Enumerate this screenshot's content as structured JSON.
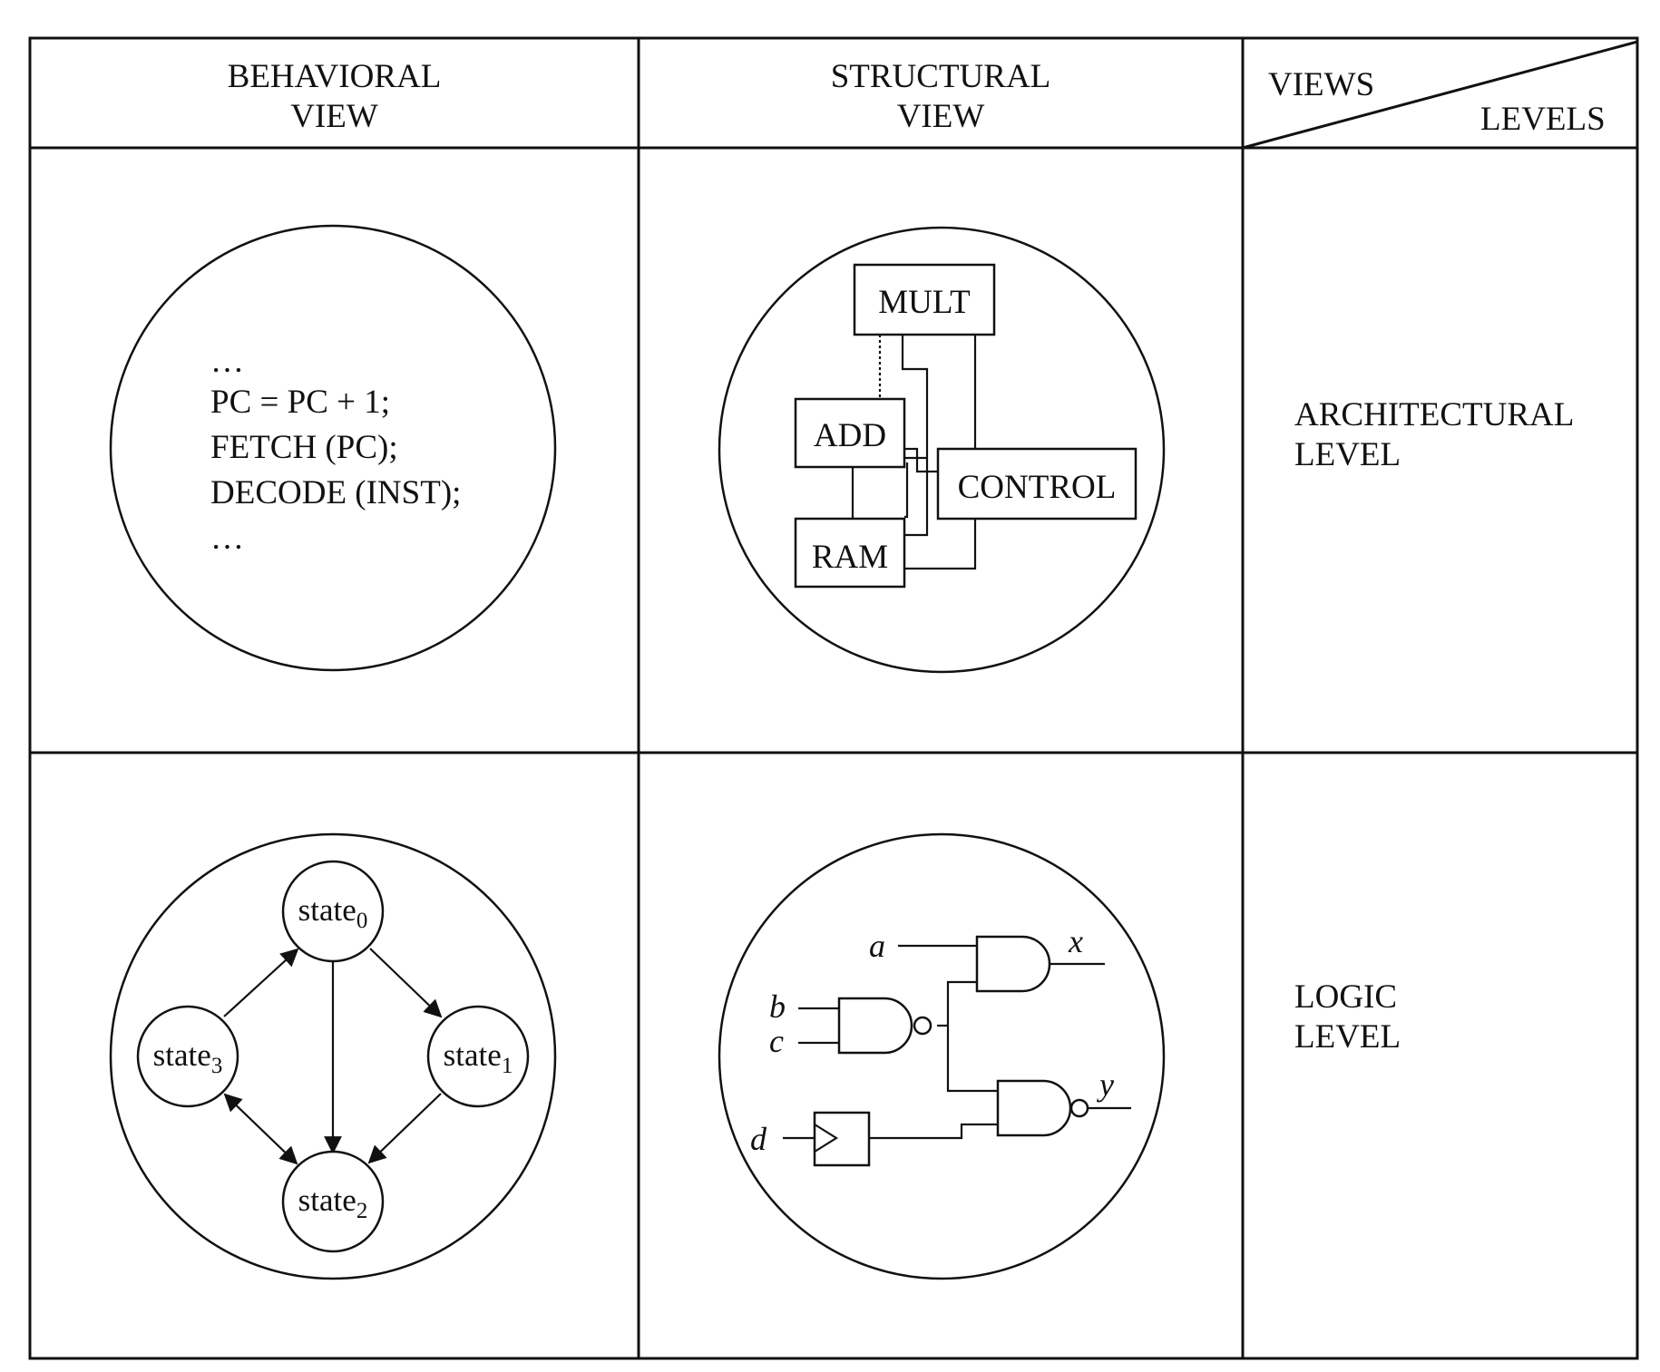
{
  "header": {
    "behavioral": [
      "BEHAVIORAL",
      "VIEW"
    ],
    "structural": [
      "STRUCTURAL",
      "VIEW"
    ],
    "corner_views": "VIEWS",
    "corner_levels": "LEVELS"
  },
  "levels": {
    "architectural": [
      "ARCHITECTURAL",
      "LEVEL"
    ],
    "logic": [
      "LOGIC",
      "LEVEL"
    ]
  },
  "architectural_behavioral": {
    "lines": [
      "…",
      "PC = PC + 1;",
      "FETCH (PC);",
      "DECODE (INST);",
      "…"
    ]
  },
  "architectural_structural": {
    "blocks": [
      "MULT",
      "ADD",
      "CONTROL",
      "RAM"
    ]
  },
  "logic_behavioral": {
    "state_base": "state",
    "states": [
      {
        "name": "state0",
        "sub": "0"
      },
      {
        "name": "state1",
        "sub": "1"
      },
      {
        "name": "state2",
        "sub": "2"
      },
      {
        "name": "state3",
        "sub": "3"
      }
    ]
  },
  "logic_structural": {
    "inputs": [
      "a",
      "b",
      "c",
      "d"
    ],
    "outputs": [
      "x",
      "y"
    ]
  }
}
